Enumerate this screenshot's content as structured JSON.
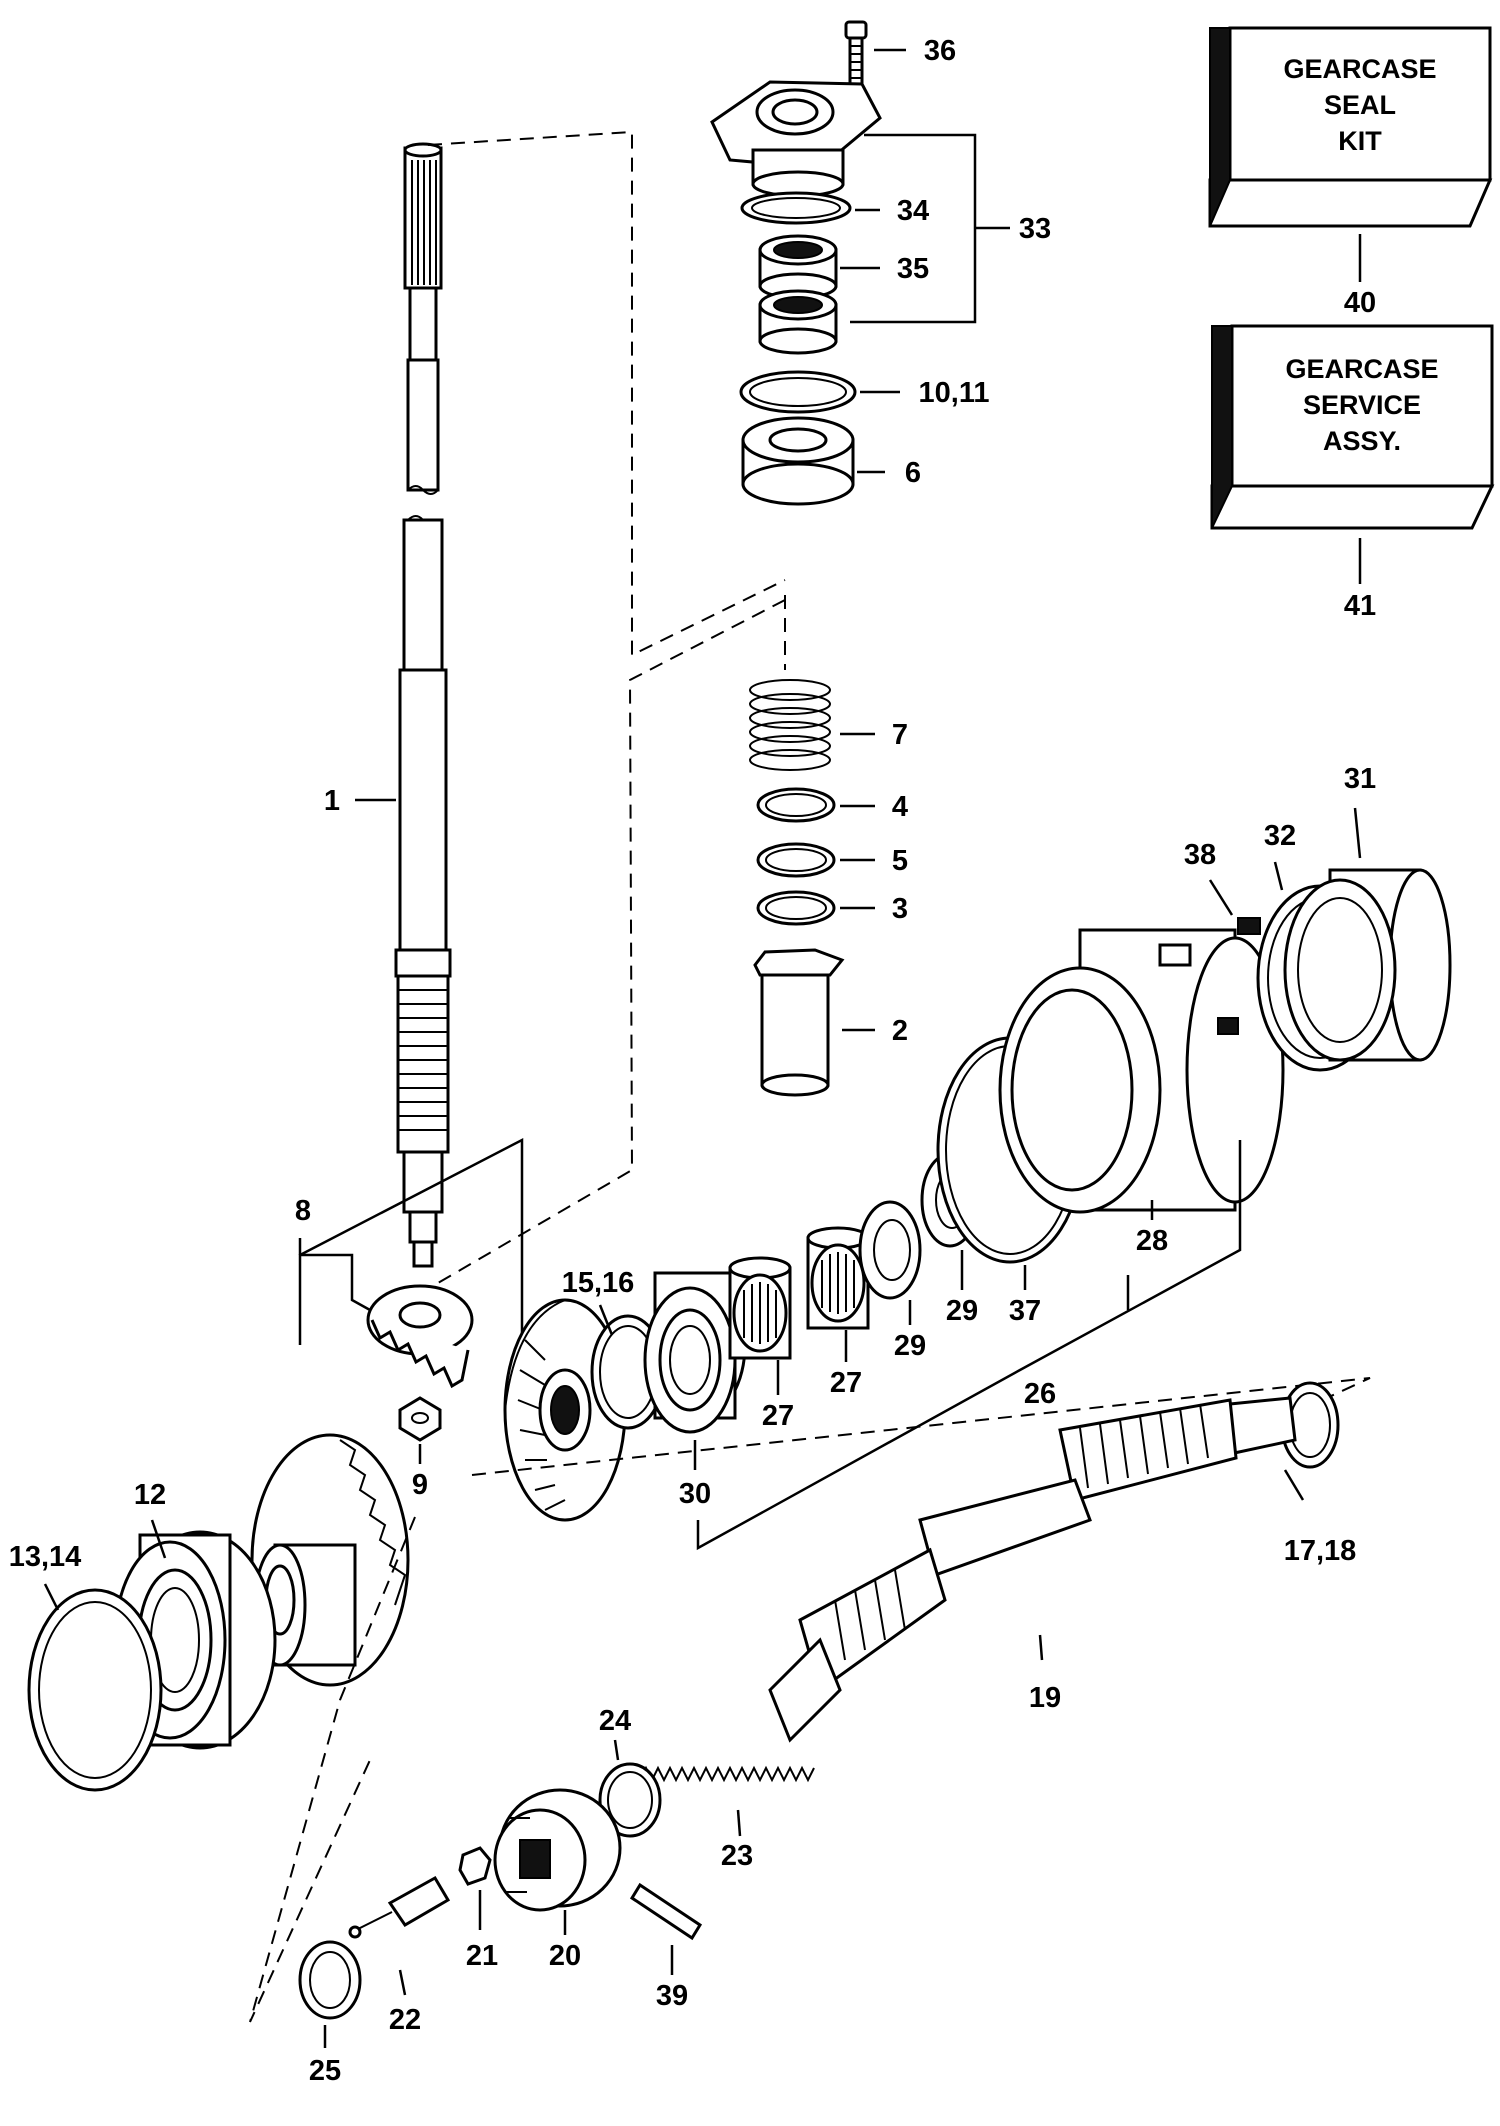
{
  "callouts": {
    "c1": "1",
    "c2": "2",
    "c3": "3",
    "c4": "4",
    "c5": "5",
    "c6": "6",
    "c7": "7",
    "c8": "8",
    "c9": "9",
    "c10_11": "10,11",
    "c12": "12",
    "c13_14": "13,14",
    "c15_16": "15,16",
    "c17_18": "17,18",
    "c19": "19",
    "c20": "20",
    "c21": "21",
    "c22": "22",
    "c23": "23",
    "c24": "24",
    "c25": "25",
    "c26": "26",
    "c27a": "27",
    "c27b": "27",
    "c28": "28",
    "c29a": "29",
    "c29b": "29",
    "c30": "30",
    "c31": "31",
    "c32": "32",
    "c33": "33",
    "c34": "34",
    "c35": "35",
    "c36": "36",
    "c37": "37",
    "c38": "38",
    "c39": "39",
    "c40": "40",
    "c41": "41"
  },
  "boxes": {
    "seal_kit": {
      "line1": "GEARCASE",
      "line2": "SEAL",
      "line3": "KIT"
    },
    "service_assy": {
      "line1": "GEARCASE",
      "line2": "SERVICE",
      "line3": "ASSY."
    }
  },
  "icons": {
    "box": "kit-box-icon",
    "shaft": "drive-shaft-icon",
    "gear": "bevel-gear-icon",
    "bearing": "bearing-icon",
    "spring": "spring-icon"
  }
}
